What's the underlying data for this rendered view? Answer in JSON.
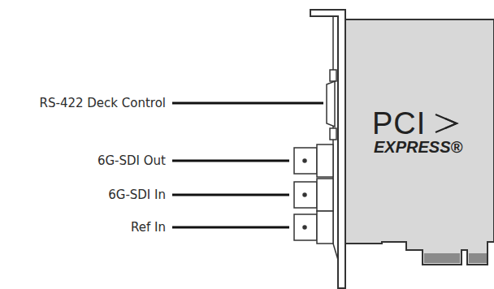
{
  "diagram": {
    "labels": [
      "RS-422 Deck Control",
      "6G-SDI Out",
      "6G-SDI In",
      "Ref In",
      "PCI",
      "EXPRESS®"
    ]
  }
}
